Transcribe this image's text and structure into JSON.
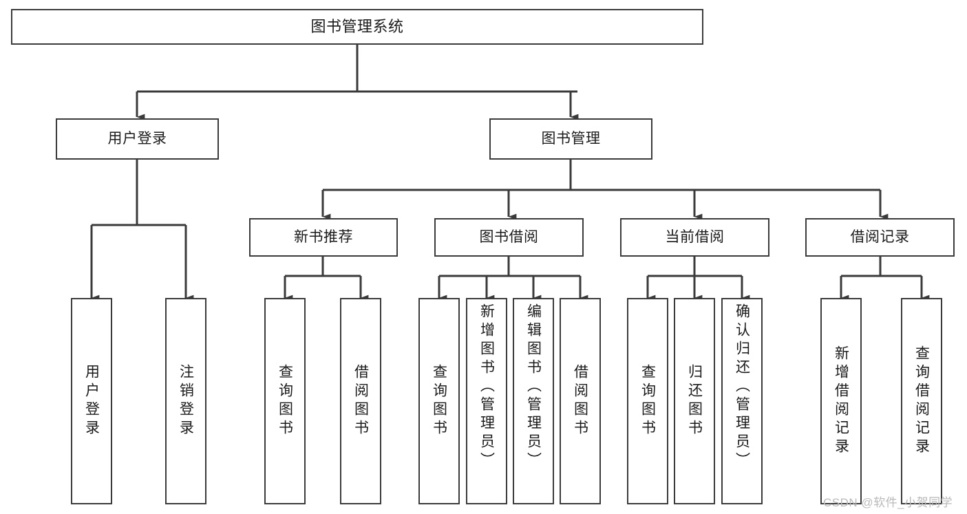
{
  "diagram": {
    "type": "tree-hierarchy-chart",
    "title": "图书管理系统",
    "stroke_color": "#3a3a3a",
    "background_color": "#ffffff",
    "text_color": "#1a1a1a",
    "levels": [
      {
        "level": 1,
        "nodes": [
          {
            "id": "root",
            "label": "图书管理系统",
            "orientation": "horizontal"
          }
        ]
      },
      {
        "level": 2,
        "nodes": [
          {
            "id": "login",
            "label": "用户登录",
            "orientation": "horizontal",
            "parent": "root"
          },
          {
            "id": "bookmgmt",
            "label": "图书管理",
            "orientation": "horizontal",
            "parent": "root"
          }
        ]
      },
      {
        "level": 3,
        "nodes": [
          {
            "id": "newbook",
            "label": "新书推荐",
            "orientation": "horizontal",
            "parent": "bookmgmt"
          },
          {
            "id": "borrow",
            "label": "图书借阅",
            "orientation": "horizontal",
            "parent": "bookmgmt"
          },
          {
            "id": "current",
            "label": "当前借阅",
            "orientation": "horizontal",
            "parent": "bookmgmt"
          },
          {
            "id": "records",
            "label": "借阅记录",
            "orientation": "horizontal",
            "parent": "bookmgmt"
          }
        ]
      },
      {
        "level": 4,
        "nodes": [
          {
            "id": "leaf-user-login",
            "label": "用户登录",
            "orientation": "vertical",
            "parent": "login"
          },
          {
            "id": "leaf-user-logout",
            "label": "注销登录",
            "orientation": "vertical",
            "parent": "login"
          },
          {
            "id": "leaf-new-query",
            "label": "查询图书",
            "orientation": "vertical",
            "parent": "newbook"
          },
          {
            "id": "leaf-new-borrow",
            "label": "借阅图书",
            "orientation": "vertical",
            "parent": "newbook"
          },
          {
            "id": "leaf-borrow-query",
            "label": "查询图书",
            "orientation": "vertical",
            "parent": "borrow"
          },
          {
            "id": "leaf-borrow-add",
            "label": "新增图书（管理员）",
            "orientation": "vertical",
            "parent": "borrow"
          },
          {
            "id": "leaf-borrow-edit",
            "label": "编辑图书（管理员）",
            "orientation": "vertical",
            "parent": "borrow"
          },
          {
            "id": "leaf-borrow-lend",
            "label": "借阅图书",
            "orientation": "vertical",
            "parent": "borrow"
          },
          {
            "id": "leaf-current-query",
            "label": "查询图书",
            "orientation": "vertical",
            "parent": "current"
          },
          {
            "id": "leaf-current-return",
            "label": "归还图书",
            "orientation": "vertical",
            "parent": "current"
          },
          {
            "id": "leaf-current-confirm",
            "label": "确认归还（管理员）",
            "orientation": "vertical",
            "parent": "current"
          },
          {
            "id": "leaf-record-add",
            "label": "新增借阅记录",
            "orientation": "vertical",
            "parent": "records"
          },
          {
            "id": "leaf-record-query",
            "label": "查询借阅记录",
            "orientation": "vertical",
            "parent": "records"
          }
        ]
      }
    ]
  },
  "watermark": {
    "text": "CSDN @软件_小贺同学",
    "color": "#b9b9b9"
  }
}
